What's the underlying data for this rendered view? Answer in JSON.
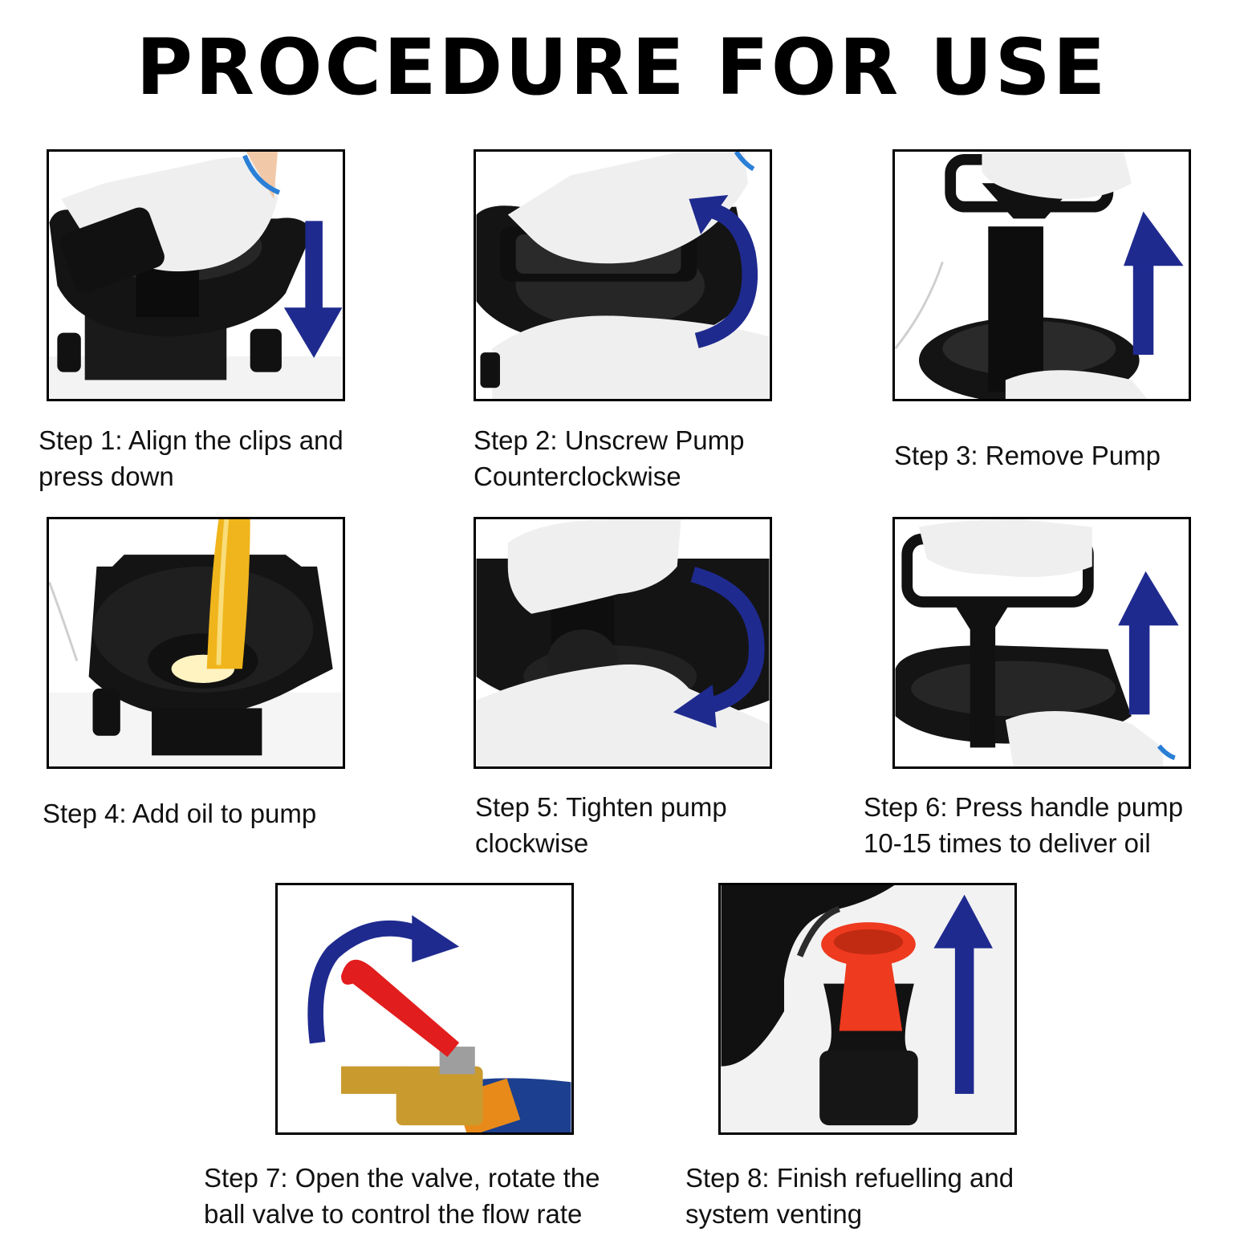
{
  "title": "PROCEDURE FOR USE",
  "steps": [
    {
      "line1": "Step 1: Align the clips and",
      "line2": "press down",
      "arrow": "down-arrow"
    },
    {
      "line1": "Step 2: Unscrew Pump",
      "line2": "Counterclockwise",
      "arrow": "counterclockwise-arrow"
    },
    {
      "line1": "Step 3: Remove Pump",
      "line2": "",
      "arrow": "up-arrow"
    },
    {
      "line1": "Step 4: Add oil to pump",
      "line2": "",
      "arrow": ""
    },
    {
      "line1": "Step 5: Tighten pump",
      "line2": "clockwise",
      "arrow": "clockwise-arrow"
    },
    {
      "line1": "Step 6: Press handle pump",
      "line2": "10-15 times to deliver oil",
      "arrow": "up-arrow"
    },
    {
      "line1": "Step 7: Open the valve, rotate the",
      "line2": "ball valve to control the flow rate",
      "arrow": "curved-arrow"
    },
    {
      "line1": "Step 8: Finish refuelling and",
      "line2": "system venting",
      "arrow": "up-arrow"
    }
  ],
  "colors": {
    "arrow": "#1f2a8f",
    "funnel": "#111111",
    "glove": "#efefef",
    "oil": "#f0b51c",
    "cap_red": "#ee3a1f",
    "valve_brass": "#c99a2e"
  }
}
